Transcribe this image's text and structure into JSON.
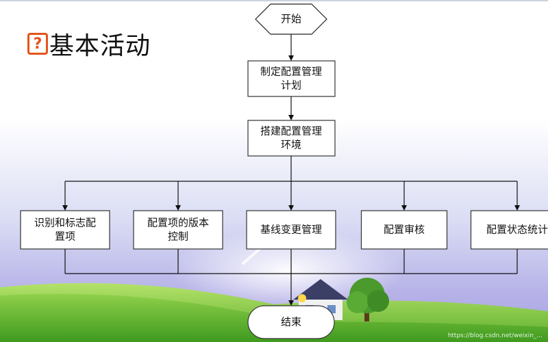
{
  "slide": {
    "title": "基本活动",
    "help_icon_glyph": "?"
  },
  "diagram": {
    "start": "开始",
    "step1_lines": [
      "制定配置管理",
      "计划"
    ],
    "step2_lines": [
      "搭建配置管理",
      "环境"
    ],
    "branches": [
      {
        "lines": [
          "识别和标志配",
          "置项"
        ]
      },
      {
        "lines": [
          "配置项的版本",
          "控制"
        ]
      },
      {
        "lines": [
          "基线变更管理"
        ]
      },
      {
        "lines": [
          "配置审核"
        ]
      },
      {
        "lines": [
          "配置状态统计"
        ]
      }
    ],
    "end": "结束"
  },
  "watermark": "https://blog.csdn.net/weixin_..."
}
